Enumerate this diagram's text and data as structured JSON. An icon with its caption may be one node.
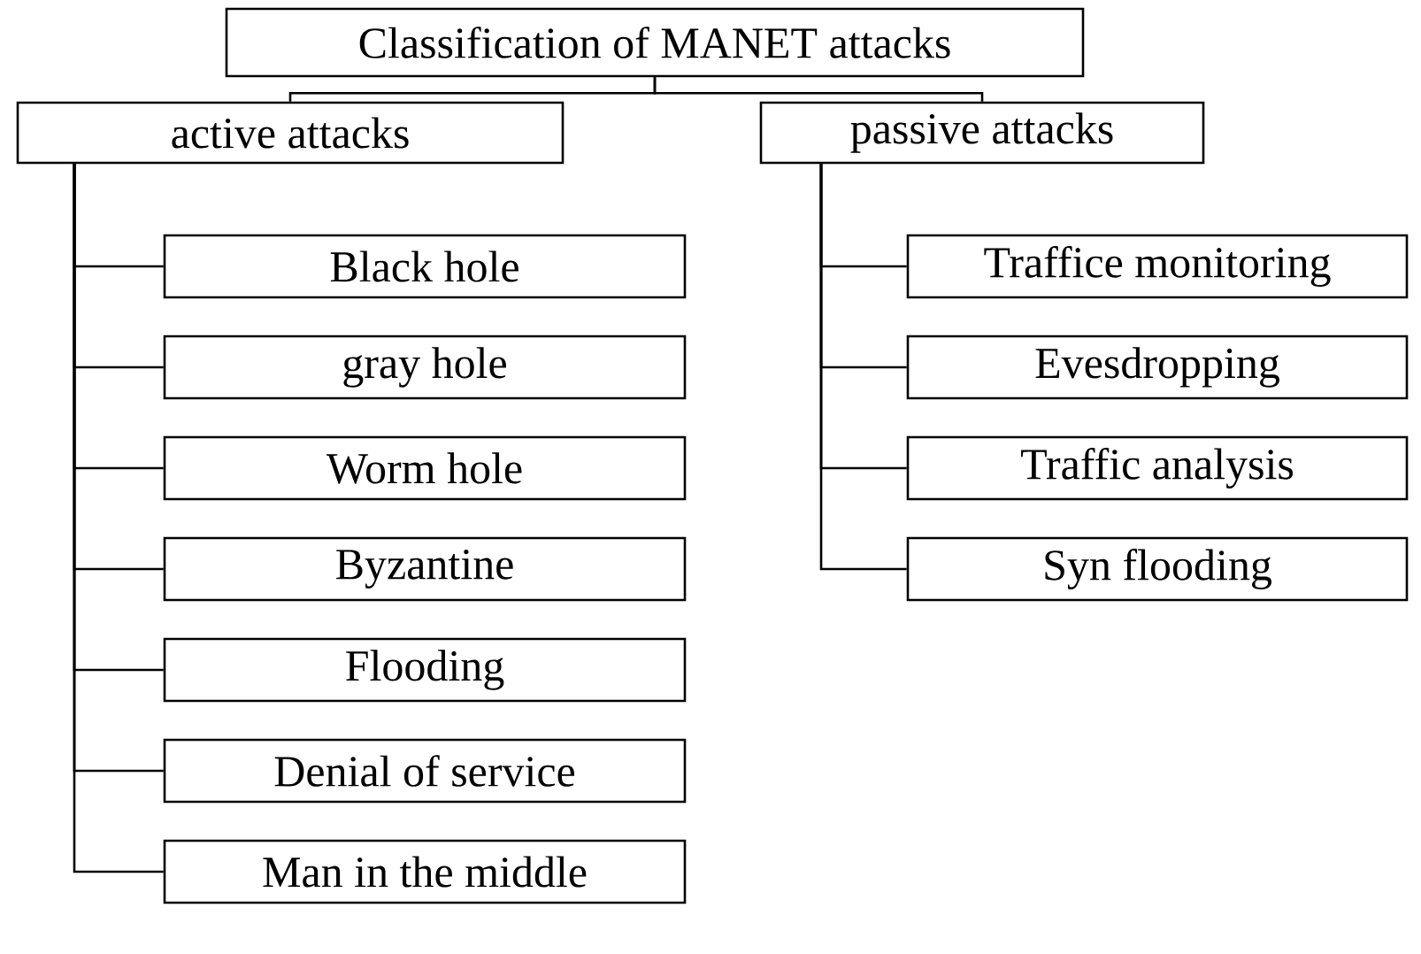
{
  "diagram": {
    "nodes": [
      {
        "text": [
          "Classification of MANET attacks"
        ]
      },
      {
        "text": [
          "active attacks"
        ]
      },
      {
        "text": [
          "passive attacks"
        ]
      },
      {
        "text": [
          "Black hole"
        ]
      },
      {
        "text": [
          "gray hole"
        ]
      },
      {
        "text": [
          "Worm hole"
        ]
      },
      {
        "text": [
          "Byzantine"
        ]
      },
      {
        "text": [
          "Flooding"
        ]
      },
      {
        "text": [
          "Denial of service"
        ]
      },
      {
        "text": [
          "Man in the middle"
        ]
      },
      {
        "text": [
          "Traffice monitoring"
        ]
      },
      {
        "text": [
          "Evesdropping"
        ]
      },
      {
        "text": [
          "Traffic analysis"
        ]
      },
      {
        "text": [
          "Syn flooding"
        ]
      }
    ],
    "edges": [
      {
        "from": 0,
        "to": 1,
        "arrow": "none"
      },
      {
        "from": 0,
        "to": 2,
        "arrow": "none"
      },
      {
        "from": 1,
        "to": 3,
        "arrow": "none"
      },
      {
        "from": 1,
        "to": 4,
        "arrow": "none"
      },
      {
        "from": 1,
        "to": 5,
        "arrow": "none"
      },
      {
        "from": 1,
        "to": 6,
        "arrow": "none"
      },
      {
        "from": 1,
        "to": 7,
        "arrow": "none"
      },
      {
        "from": 1,
        "to": 8,
        "arrow": "none"
      },
      {
        "from": 1,
        "to": 9,
        "arrow": "none"
      },
      {
        "from": 2,
        "to": 10,
        "arrow": "none"
      },
      {
        "from": 2,
        "to": 11,
        "arrow": "none"
      },
      {
        "from": 2,
        "to": 12,
        "arrow": "none"
      },
      {
        "from": 2,
        "to": 13,
        "arrow": "none"
      }
    ]
  }
}
